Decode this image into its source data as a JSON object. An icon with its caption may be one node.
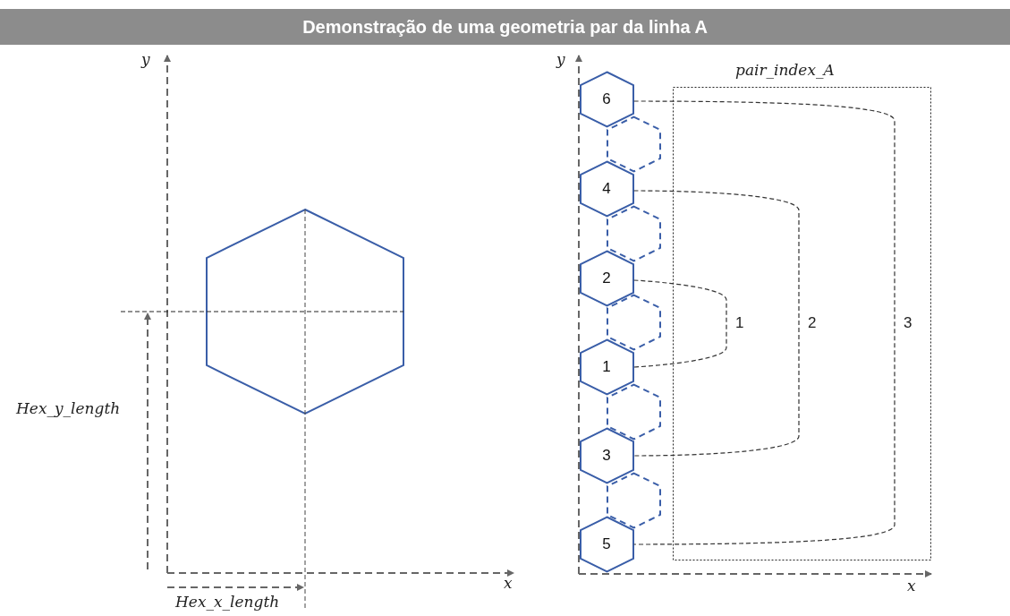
{
  "diagram": {
    "title": "Demonstração de uma geometria par da linha A",
    "nodes": [
      {
        "text": [
          "6"
        ]
      },
      {
        "text": [],
        "shape": "hexagon"
      },
      {
        "text": [
          "4"
        ]
      },
      {
        "text": [],
        "shape": "hexagon"
      },
      {
        "text": [
          "2"
        ]
      },
      {
        "text": [],
        "shape": "hexagon"
      },
      {
        "text": [
          "1"
        ]
      },
      {
        "text": [],
        "shape": "hexagon"
      },
      {
        "text": [
          "3"
        ]
      },
      {
        "text": [],
        "shape": "hexagon"
      },
      {
        "text": [
          "5"
        ]
      }
    ],
    "edges": [
      {
        "from": 4,
        "to": 6,
        "arrow": "none",
        "label": "1",
        "style": "dashed"
      },
      {
        "from": 2,
        "to": 8,
        "arrow": "none",
        "label": "2",
        "style": "dashed"
      },
      {
        "from": 0,
        "to": 10,
        "arrow": "none",
        "label": "3",
        "style": "dashed"
      }
    ],
    "labels": [
      "y",
      "Hex_y_length",
      "x",
      "Hex_x_length",
      "y",
      "pair_index_A",
      "x"
    ]
  }
}
